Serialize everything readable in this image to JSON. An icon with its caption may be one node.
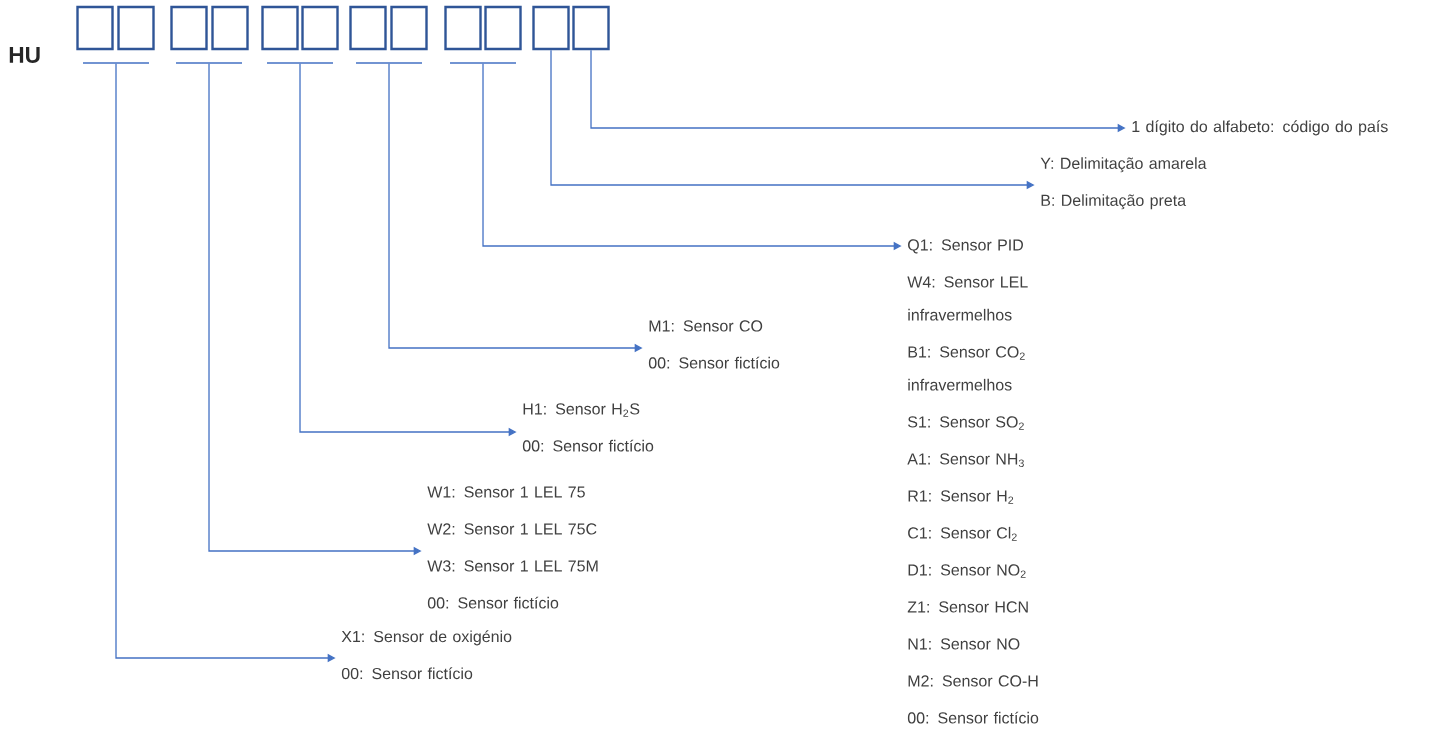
{
  "diagram": {
    "nodes": [
      {
        "text": [],
        "shape": "box"
      },
      {
        "text": [],
        "shape": "box"
      },
      {
        "text": [],
        "shape": "box"
      },
      {
        "text": [],
        "shape": "box"
      },
      {
        "text": [],
        "shape": "box"
      },
      {
        "text": [],
        "shape": "box"
      },
      {
        "text": [],
        "shape": "box"
      },
      {
        "text": [],
        "shape": "box"
      },
      {
        "text": [],
        "shape": "box"
      },
      {
        "text": [],
        "shape": "box"
      },
      {
        "text": [],
        "shape": "box"
      },
      {
        "text": [],
        "shape": "box"
      },
      {
        "text": [],
        "shape": "bar"
      },
      {
        "text": [],
        "shape": "bar"
      },
      {
        "text": [],
        "shape": "bar"
      },
      {
        "text": [],
        "shape": "bar"
      },
      {
        "text": [],
        "shape": "bar"
      },
      {
        "text": [
          "1 dígito do alfabeto: código do país"
        ]
      },
      {
        "text": [
          "Y: Delimitação amarela",
          "B: Delimitação preta"
        ]
      },
      {
        "text": [
          "Q1: Sensor PID",
          "W4: Sensor LEL infravermelhos",
          "B1: Sensor CO$_{2}$ infravermelhos",
          "S1: Sensor SO$_{2}$",
          "A1: Sensor NH$_{3}$",
          "R1: Sensor H$_{2}$",
          "C1: Sensor Cl$_{2}$",
          "D1: Sensor NO$_{2}$",
          "Z1: Sensor HCN",
          "N1: Sensor NO",
          "M2: Sensor CO-H",
          "00: Sensor fictício"
        ]
      },
      {
        "text": [
          "M1: Sensor CO",
          "00: Sensor fictício"
        ]
      },
      {
        "text": [
          "H1: Sensor H$_{2}$S",
          "00: Sensor fictício"
        ]
      },
      {
        "text": [
          "W1: Sensor 1 LEL 75",
          "W2: Sensor 1 LEL 75C",
          "W3: Sensor 1 LEL 75M",
          "00: Sensor fictício"
        ]
      },
      {
        "text": [
          "X1: Sensor de oxigénio",
          "00: Sensor fictício"
        ]
      }
    ],
    "edges": [
      {
        "from": 11,
        "to": 17,
        "arrow": "to"
      },
      {
        "from": 10,
        "to": 18,
        "arrow": "to"
      },
      {
        "from": 16,
        "to": 19,
        "arrow": "to"
      },
      {
        "from": 15,
        "to": 20,
        "arrow": "to"
      },
      {
        "from": 14,
        "to": 21,
        "arrow": "to"
      },
      {
        "from": 13,
        "to": 22,
        "arrow": "to"
      },
      {
        "from": 12,
        "to": 23,
        "arrow": "to"
      }
    ],
    "labels": [
      "HU"
    ]
  }
}
